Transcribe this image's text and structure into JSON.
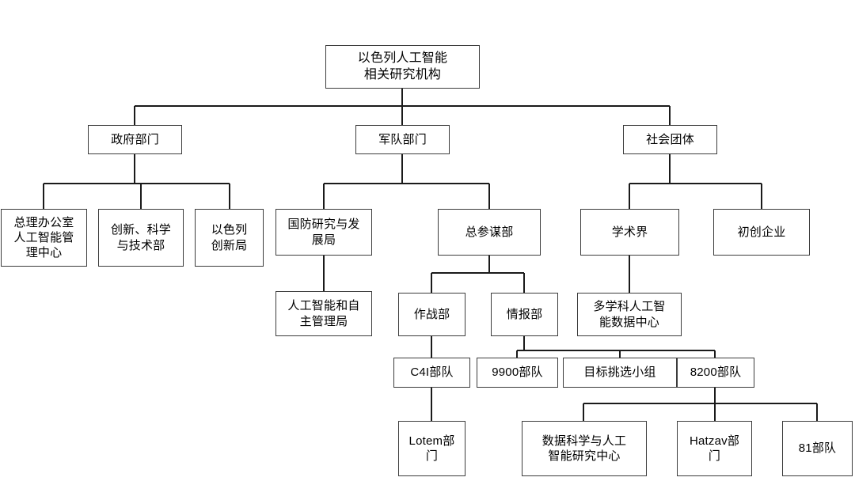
{
  "diagram": {
    "type": "organization-chart",
    "title": "以色列人工智能相关研究机构",
    "orientation": "top-down",
    "box_border_color": "#3c3c3c",
    "line_color": "#1a1a1a",
    "background_color": "#ffffff",
    "nodes": {
      "root": "以色列人工智能\n相关研究机构",
      "gov": "政府部门",
      "mil": "军队部门",
      "soc": "社会团体",
      "gov_pmo": "总理办公室\n人工智能管\n理中心",
      "gov_innovation_ministry": "创新、科学\n与技术部",
      "gov_israel_innovation_authority": "以色列\n创新局",
      "mil_ddrd": "国防研究与发\n展局",
      "mil_general_staff": "总参谋部",
      "mil_ai_autonomy_bureau": "人工智能和自\n主管理局",
      "mil_operations": "作战部",
      "mil_intelligence": "情报部",
      "soc_academia": "学术界",
      "soc_startups": "初创企业",
      "soc_midac": "多学科人工智\n能数据中心",
      "unit_c4i": "C4I部队",
      "unit_9900": "9900部队",
      "unit_target_selection": "目标挑选小组",
      "unit_8200": "8200部队",
      "unit_lotem": "Lotem部\n门",
      "unit_data_science_center": "数据科学与人工\n智能研究中心",
      "unit_hatzav": "Hatzav部\n门",
      "unit_81": "81部队"
    },
    "edges": [
      {
        "from": "root",
        "to": "gov"
      },
      {
        "from": "root",
        "to": "mil"
      },
      {
        "from": "root",
        "to": "soc"
      },
      {
        "from": "gov",
        "to": "gov_pmo"
      },
      {
        "from": "gov",
        "to": "gov_innovation_ministry"
      },
      {
        "from": "gov",
        "to": "gov_israel_innovation_authority"
      },
      {
        "from": "mil",
        "to": "mil_ddrd"
      },
      {
        "from": "mil",
        "to": "mil_general_staff"
      },
      {
        "from": "mil_ddrd",
        "to": "mil_ai_autonomy_bureau"
      },
      {
        "from": "mil_general_staff",
        "to": "mil_operations"
      },
      {
        "from": "mil_general_staff",
        "to": "mil_intelligence"
      },
      {
        "from": "mil_operations",
        "to": "unit_c4i"
      },
      {
        "from": "mil_intelligence",
        "to": "unit_9900"
      },
      {
        "from": "mil_intelligence",
        "to": "unit_target_selection"
      },
      {
        "from": "mil_intelligence",
        "to": "unit_8200"
      },
      {
        "from": "unit_c4i",
        "to": "unit_lotem"
      },
      {
        "from": "unit_8200",
        "to": "unit_data_science_center"
      },
      {
        "from": "unit_8200",
        "to": "unit_hatzav"
      },
      {
        "from": "unit_8200",
        "to": "unit_81"
      },
      {
        "from": "soc",
        "to": "soc_academia"
      },
      {
        "from": "soc",
        "to": "soc_startups"
      },
      {
        "from": "soc_academia",
        "to": "soc_midac"
      }
    ]
  }
}
